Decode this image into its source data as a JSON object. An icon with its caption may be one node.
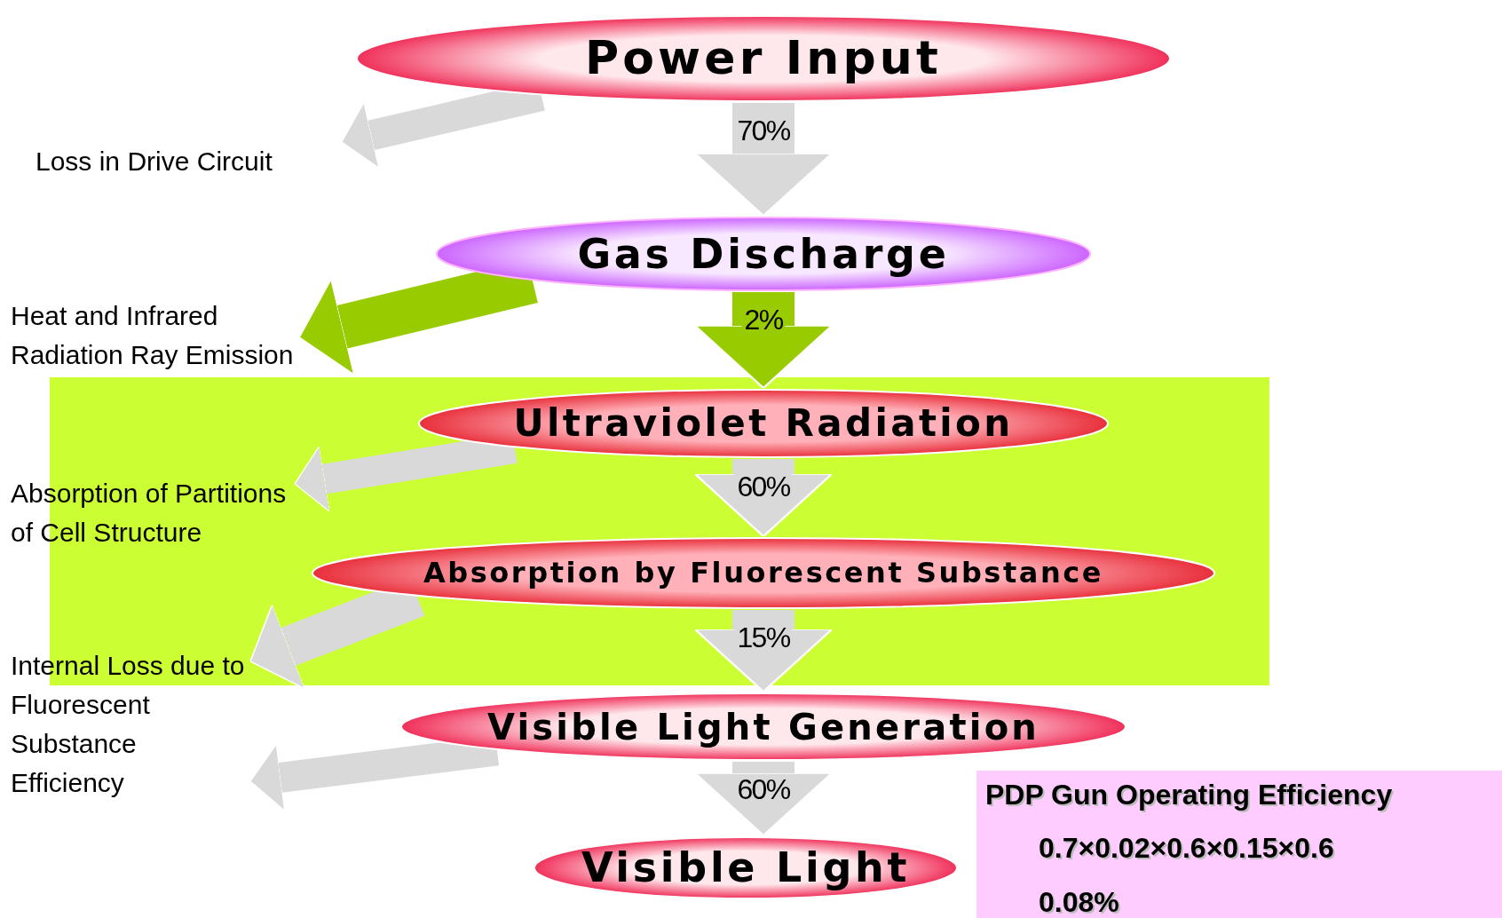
{
  "diagram": {
    "nodes": [
      {
        "text": [
          "Power Input"
        ]
      },
      {
        "text": [
          "Loss in Drive Circuit"
        ]
      },
      {
        "text": [
          "Gas Discharge"
        ]
      },
      {
        "text": [
          "Heat and Infrared Radiation Ray Emission"
        ]
      },
      {
        "text": [
          "Ultraviolet Radiation"
        ]
      },
      {
        "text": [
          "Absorption of Partitions of Cell Structure"
        ]
      },
      {
        "text": [
          "Absorption by Fluorescent Substance"
        ]
      },
      {
        "text": [
          "Internal Loss due to Fluorescent Substance Efficiency"
        ]
      },
      {
        "text": [
          "Visible Light Generation"
        ]
      },
      {
        "text": [
          "Visible Light"
        ]
      },
      {
        "text": [
          "PDP Gun Operating Efficiency",
          "0.7×0.02×0.6×0.15×0.6",
          "0.08%"
        ]
      }
    ],
    "edges": [
      {
        "from": 0,
        "to": 2,
        "arrow": "to",
        "label": "70%"
      },
      {
        "from": 2,
        "to": 4,
        "arrow": "to",
        "label": "2%",
        "color": "#99cc00"
      },
      {
        "from": 4,
        "to": 6,
        "arrow": "to",
        "label": "60%"
      },
      {
        "from": 6,
        "to": 8,
        "arrow": "to",
        "label": "15%"
      },
      {
        "from": 8,
        "to": 9,
        "arrow": "to",
        "label": "60%"
      },
      {
        "from": 0,
        "to": 1,
        "arrow": "to"
      },
      {
        "from": 2,
        "to": 3,
        "arrow": "to",
        "color": "#99cc00"
      },
      {
        "from": 4,
        "to": 5,
        "arrow": "to"
      },
      {
        "from": 6,
        "to": 7,
        "arrow": "to"
      },
      {
        "from": 8,
        "to": 7,
        "arrow": "to"
      }
    ]
  }
}
